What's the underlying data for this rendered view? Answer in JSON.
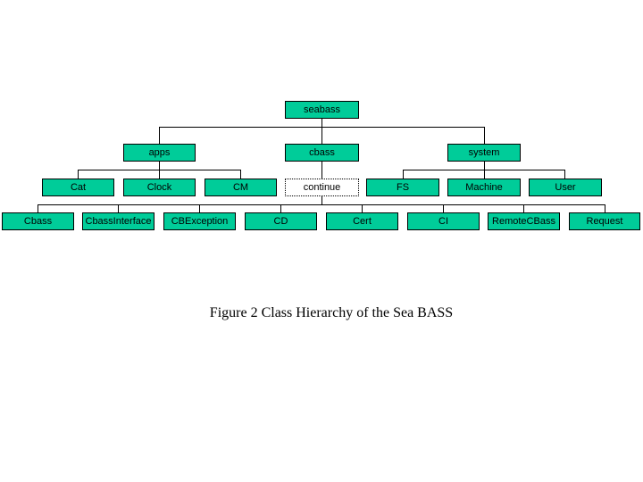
{
  "diagram": {
    "root": "seabass",
    "level1": [
      "apps",
      "cbass",
      "system"
    ],
    "level2": [
      "Cat",
      "Clock",
      "CM",
      "continue",
      "FS",
      "Machine",
      "User"
    ],
    "level3": [
      "Cbass",
      "CbassInterface",
      "CBException",
      "CD",
      "Cert",
      "CI",
      "RemoteCBass",
      "Request"
    ],
    "edges": [
      [
        "seabass",
        "apps"
      ],
      [
        "seabass",
        "cbass"
      ],
      [
        "seabass",
        "system"
      ],
      [
        "apps",
        "Cat"
      ],
      [
        "apps",
        "Clock"
      ],
      [
        "apps",
        "CM"
      ],
      [
        "cbass",
        "continue"
      ],
      [
        "system",
        "FS"
      ],
      [
        "system",
        "Machine"
      ],
      [
        "system",
        "User"
      ],
      [
        "continue",
        "Cbass"
      ],
      [
        "continue",
        "CbassInterface"
      ],
      [
        "continue",
        "CBException"
      ],
      [
        "continue",
        "CD"
      ],
      [
        "continue",
        "Cert"
      ],
      [
        "continue",
        "CI"
      ],
      [
        "continue",
        "RemoteCBass"
      ],
      [
        "continue",
        "Request"
      ]
    ],
    "continuation_node": "continue"
  },
  "colors": {
    "node_fill": "#00cc99",
    "node_border": "#000000",
    "continuation_fill": "#ffffff",
    "line": "#000000"
  },
  "caption": "Figure 2 Class Hierarchy of the Sea BASS"
}
